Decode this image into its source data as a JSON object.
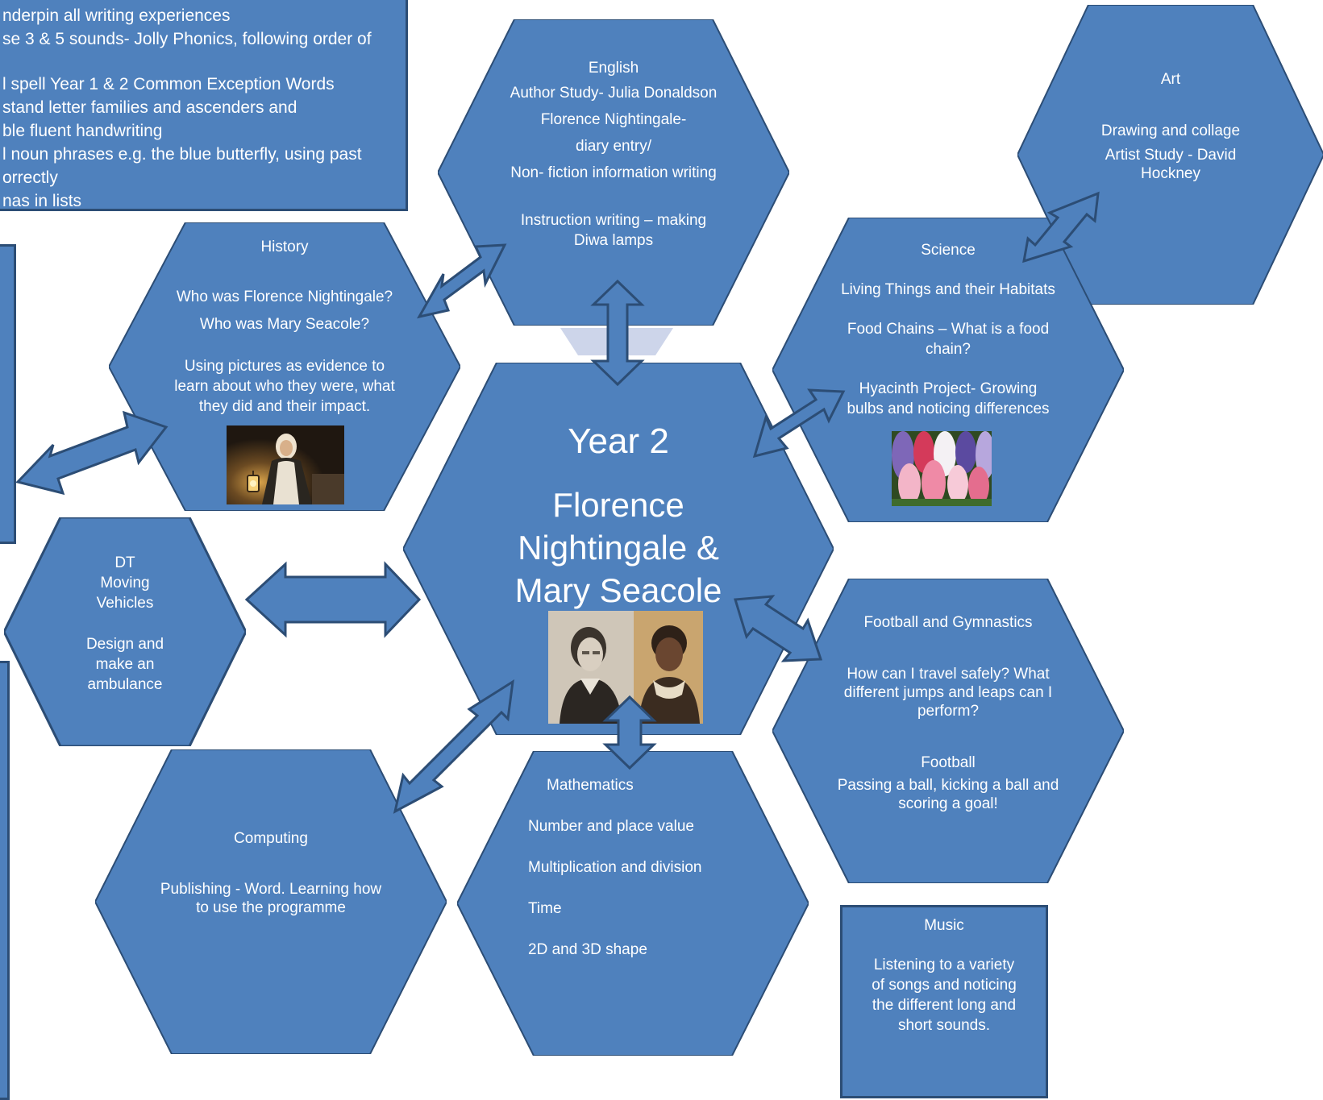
{
  "colors": {
    "hex_fill": "#4f81bd",
    "hex_border": "#2c4d75",
    "arrow_fill": "#4f81bd",
    "arrow_stroke": "#2c4d75",
    "text": "#ffffff"
  },
  "top_left_box": {
    "lines": [
      "nderpin all writing experiences",
      "se 3 & 5 sounds-  Jolly Phonics, following order of",
      "",
      "l spell Year 1 & 2 Common Exception Words",
      "stand letter families and ascenders and",
      "ble fluent handwriting",
      "l noun phrases  e.g. the blue butterfly, using past",
      "orrectly",
      "nas in lists"
    ]
  },
  "center": {
    "title": "Year 2",
    "topic_line1": "Florence",
    "topic_line2": "Nightingale &",
    "topic_line3": "Mary Seacole"
  },
  "english": {
    "heading": "English",
    "line1": "Author Study- Julia Donaldson",
    "line2": "Florence Nightingale-",
    "line3": "diary  entry/",
    "line4": "Non- fiction information writing",
    "line5": "Instruction writing – making",
    "line6": "Diwa lamps"
  },
  "art": {
    "heading": "Art",
    "line1": "Drawing and collage",
    "line2": "Artist Study - David",
    "line3": "Hockney"
  },
  "history": {
    "heading": "History",
    "line1": "Who was Florence Nightingale?",
    "line2": "Who was Mary Seacole?",
    "line3": "Using pictures as evidence to",
    "line4": "learn about who they were, what",
    "line5": "they did and their impact."
  },
  "science": {
    "heading": "Science",
    "line1": "Living Things and their Habitats",
    "line2": "Food Chains – What is a food",
    "line3": "chain?",
    "line4": "Hyacinth Project- Growing",
    "line5": "bulbs and noticing differences"
  },
  "dt": {
    "line1": "DT",
    "line2": "Moving",
    "line3": "Vehicles",
    "line4": "Design and",
    "line5": "make an",
    "line6": "ambulance"
  },
  "pe": {
    "heading": "Football and Gymnastics",
    "line1": "How can I travel safely? What",
    "line2": "different jumps and leaps can I",
    "line3": "perform?",
    "line4": "Football",
    "line5": "Passing a ball, kicking a ball and",
    "line6": "scoring a  goal!"
  },
  "computing": {
    "heading": "Computing",
    "line1": "Publishing  - Word. Learning how",
    "line2": "to use the programme"
  },
  "maths": {
    "heading": "Mathematics",
    "line1": "Number and place value",
    "line2": "Multiplication and division",
    "line3": "Time",
    "line4": "2D and 3D shape"
  },
  "music": {
    "heading": "Music",
    "line1": "Listening to  a variety",
    "line2": "of songs and noticing",
    "line3": "the different long and",
    "line4": "short sounds."
  }
}
